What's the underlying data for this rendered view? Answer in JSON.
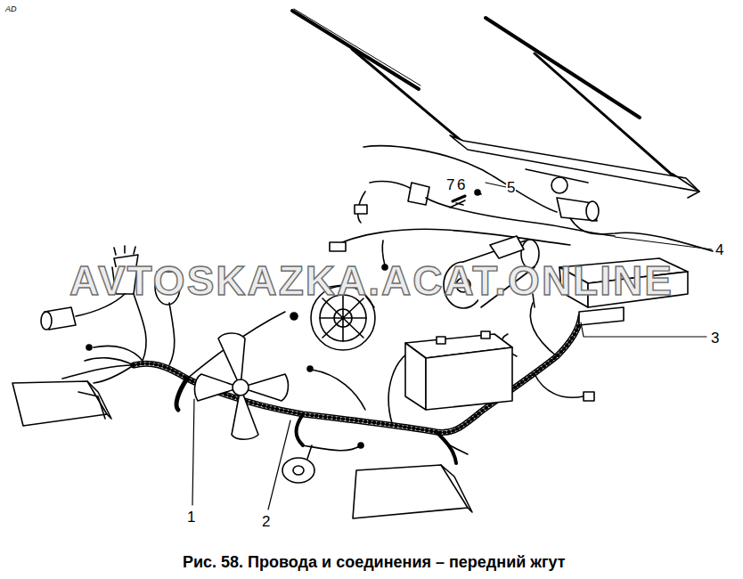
{
  "diagram": {
    "caption": "Рис. 58. Провода и соединения – передний жгут",
    "labels": [
      "AD",
      "7",
      "6",
      "5",
      "4",
      "AVTOSKAZKA.ACAT.ONLINE",
      "3",
      "1",
      "2"
    ]
  }
}
